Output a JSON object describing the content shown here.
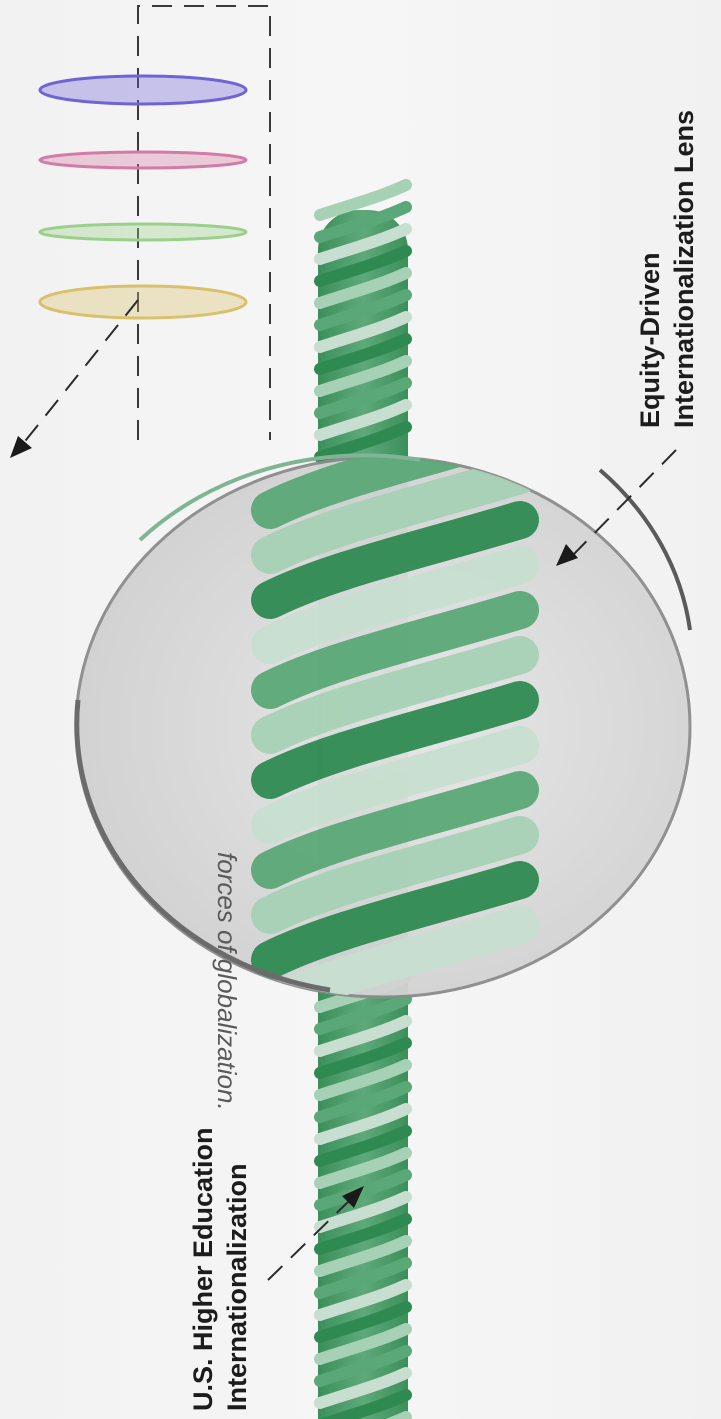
{
  "caption": {
    "text": "forces of globalization."
  },
  "labels": {
    "lens": {
      "line1": "Equity-Driven",
      "line2": "Internationalization Lens"
    },
    "base": {
      "line1": "U.S. Higher Education",
      "line2": "Internationalization"
    }
  },
  "lens_layers": [
    {
      "name": "layer-1",
      "color": "#6f63d6"
    },
    {
      "name": "layer-2",
      "color": "#d47aa6"
    },
    {
      "name": "layer-3",
      "color": "#9bd08a"
    },
    {
      "name": "layer-4",
      "color": "#d9c06a"
    }
  ],
  "colors": {
    "rope_dark": "#2f8a52",
    "rope_mid": "#5aa877",
    "rope_light": "#a7d1b5",
    "rope_pale": "#c7ded0",
    "lens_fill": "#dcdcdc",
    "lens_edge": "#6d6d6d",
    "arrow": "#1a1a1a"
  }
}
